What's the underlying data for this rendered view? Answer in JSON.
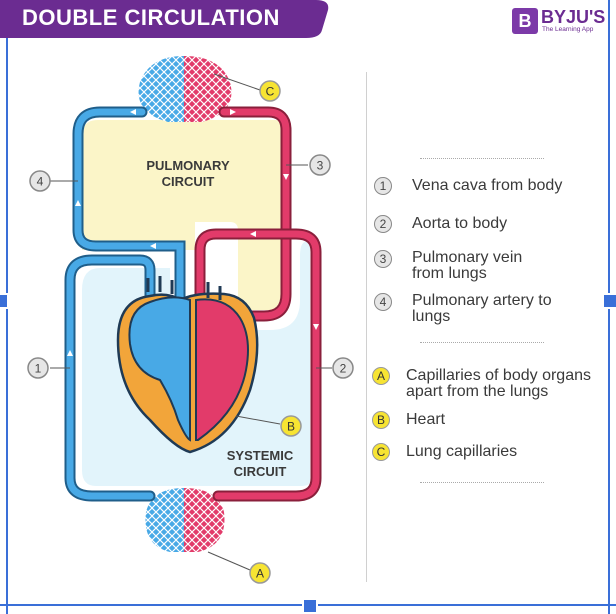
{
  "title": "DOUBLE CIRCULATION",
  "brand": {
    "name": "BYJU'S",
    "badge_letter": "B",
    "tagline": "The Learning App"
  },
  "colors": {
    "title_bg": "#6b2c91",
    "deoxygenated_blue": "#48a9e6",
    "oxygenated_red": "#e23b6a",
    "heart_orange": "#f2a53a",
    "pulmonary_fill": "#fbf5c8",
    "systemic_fill": "#e2f4fb",
    "frame_blue": "#3a6fd8"
  },
  "diagram": {
    "pulmonary_label": [
      "PULMONARY",
      "CIRCUIT"
    ],
    "systemic_label": [
      "SYSTEMIC",
      "CIRCUIT"
    ],
    "callouts": [
      "1",
      "2",
      "3",
      "4",
      "A",
      "B",
      "C"
    ]
  },
  "legend": {
    "numbered": [
      {
        "badge": "1",
        "lines": [
          "Vena cava from body"
        ]
      },
      {
        "badge": "2",
        "lines": [
          "Aorta to body"
        ]
      },
      {
        "badge": "3",
        "lines": [
          "Pulmonary vein",
          "from lungs"
        ]
      },
      {
        "badge": "4",
        "lines": [
          "Pulmonary artery to",
          "lungs"
        ]
      }
    ],
    "lettered": [
      {
        "badge": "A",
        "lines": [
          "Capillaries of body organs",
          "apart from the lungs"
        ]
      },
      {
        "badge": "B",
        "lines": [
          "Heart"
        ]
      },
      {
        "badge": "C",
        "lines": [
          "Lung capillaries"
        ]
      }
    ]
  }
}
